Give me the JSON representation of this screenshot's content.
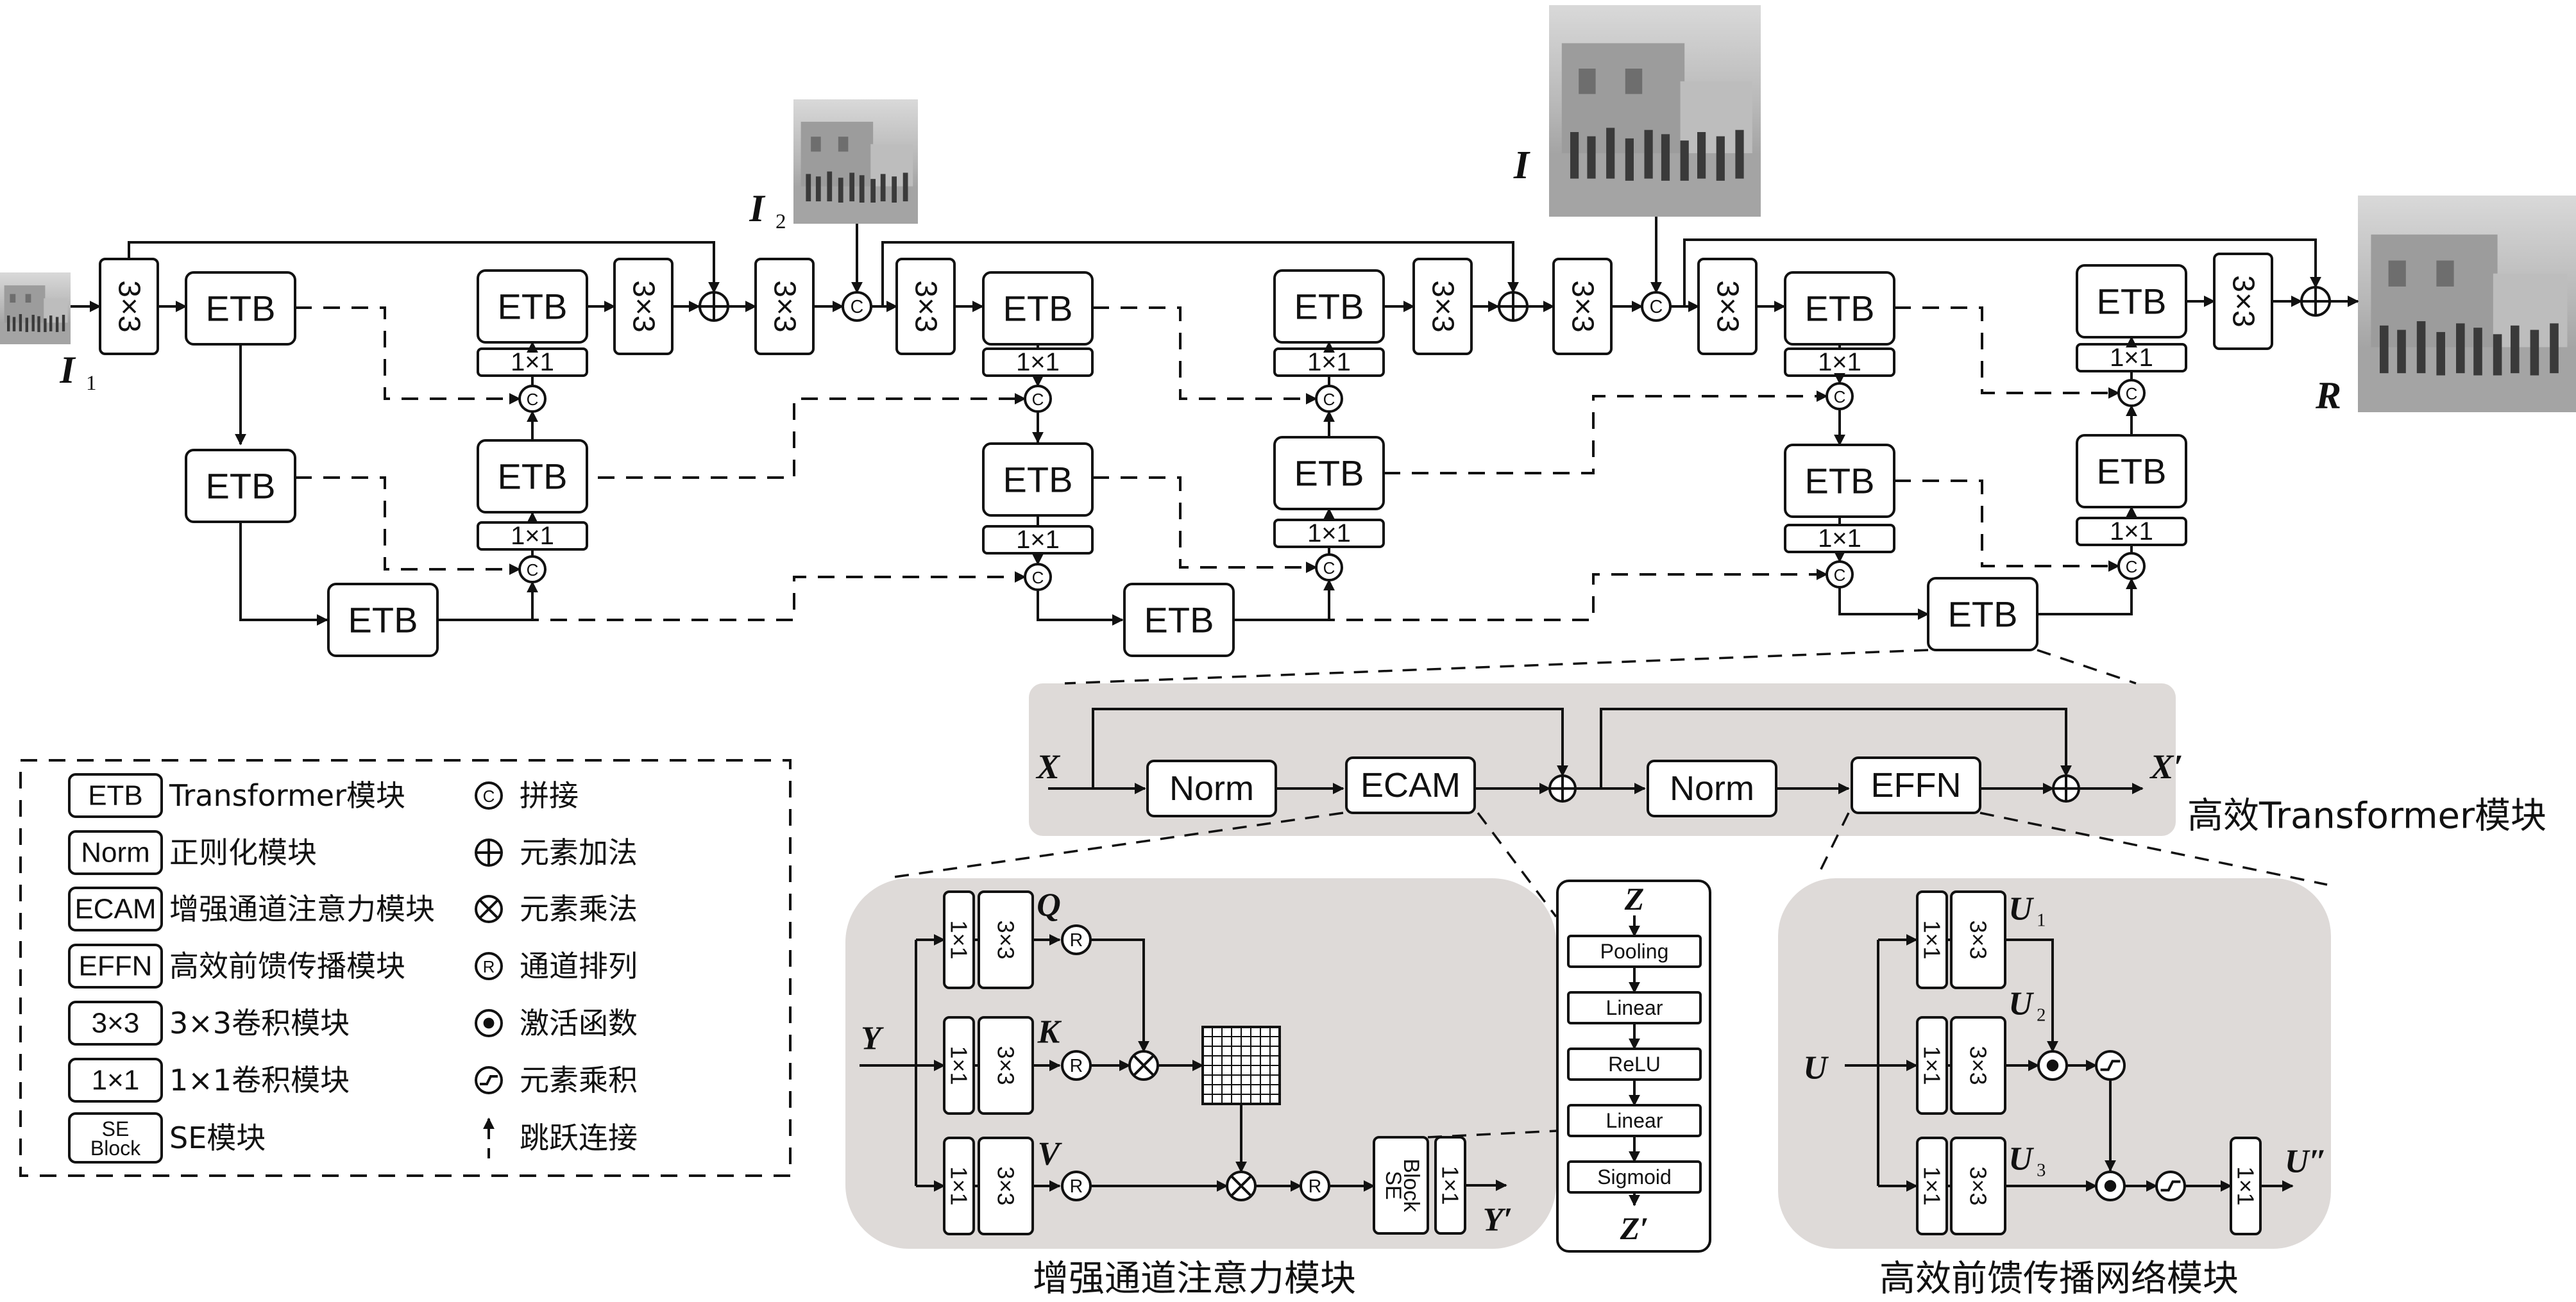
{
  "modules": {
    "etb": "ETB",
    "norm": "Norm",
    "ecam": "ECAM",
    "effn": "EFFN",
    "conv3": "3×3",
    "conv1": "1×1",
    "se_top": "SE",
    "se_bot": "Block"
  },
  "symbols": {
    "concat": "C",
    "permute": "R"
  },
  "vars": {
    "i1": "I",
    "i1_sub": "1",
    "i2": "I",
    "i2_sub": "2",
    "i": "I",
    "r": "R",
    "x": "X",
    "x_out": "X′",
    "y": "Y",
    "y_out": "Y′",
    "q": "Q",
    "k": "K",
    "v": "V",
    "z": "Z",
    "z_out": "Z′",
    "u": "U",
    "u1": "U",
    "u1_sub": "1",
    "u2": "U",
    "u2_sub": "2",
    "u3": "U",
    "u3_sub": "3",
    "u_out": "U″"
  },
  "se": {
    "items": [
      "Pooling",
      "Linear",
      "ReLU",
      "Linear",
      "Sigmoid"
    ]
  },
  "captions": {
    "etb_module": "高效Transformer模块",
    "ecam_module": "增强通道注意力模块",
    "effn_module": "高效前馈传播网络模块"
  },
  "legend": [
    {
      "key": "ETB",
      "label": "Transformer模块"
    },
    {
      "key": "Norm",
      "label": "正则化模块"
    },
    {
      "key": "ECAM",
      "label": "增强通道注意力模块"
    },
    {
      "key": "EFFN",
      "label": "高效前馈传播模块"
    },
    {
      "key": "3×3",
      "label": "3×3卷积模块"
    },
    {
      "key": "1×1",
      "label": "1×1卷积模块"
    },
    {
      "key": "SE Block",
      "label": "SE模块"
    }
  ],
  "legend_symbols": [
    {
      "icon": "concat",
      "label": "拼接"
    },
    {
      "icon": "add",
      "label": "元素加法"
    },
    {
      "icon": "multiply",
      "label": "元素乘法"
    },
    {
      "icon": "permute",
      "label": "通道排列"
    },
    {
      "icon": "activation",
      "label": "激活函数"
    },
    {
      "icon": "gate",
      "label": "元素乘积"
    },
    {
      "icon": "skip",
      "label": "跳跃连接"
    }
  ]
}
